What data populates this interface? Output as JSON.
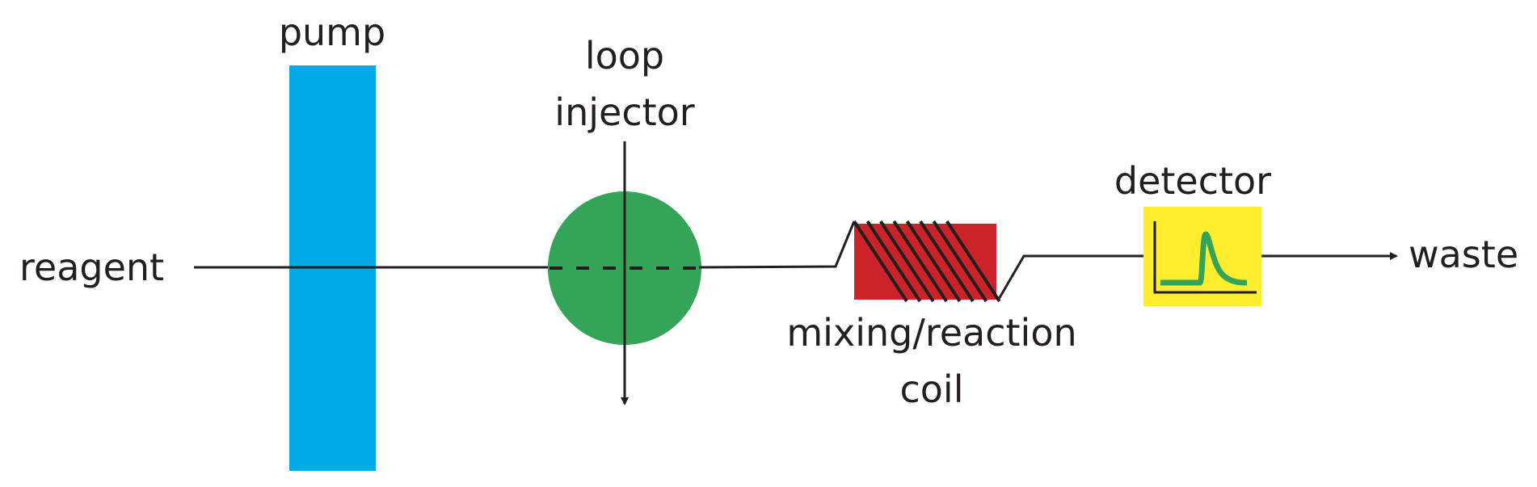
{
  "diagram": {
    "title": "Flow injection analysis schematic",
    "labels": {
      "reagent": "reagent",
      "pump": "pump",
      "injector_line1": "loop",
      "injector_line2": "injector",
      "coil_line1": "mixing/reaction",
      "coil_line2": "coil",
      "detector": "detector",
      "waste": "waste"
    },
    "colors": {
      "pump": "#00aae7",
      "injector": "#34a458",
      "coil": "#cc2229",
      "detector": "#ffed2e",
      "signal": "#34a458",
      "line": "#231f20"
    },
    "flow_order": [
      "reagent",
      "pump",
      "loop injector",
      "mixing/reaction coil",
      "detector",
      "waste"
    ],
    "coil_turns": 8
  }
}
